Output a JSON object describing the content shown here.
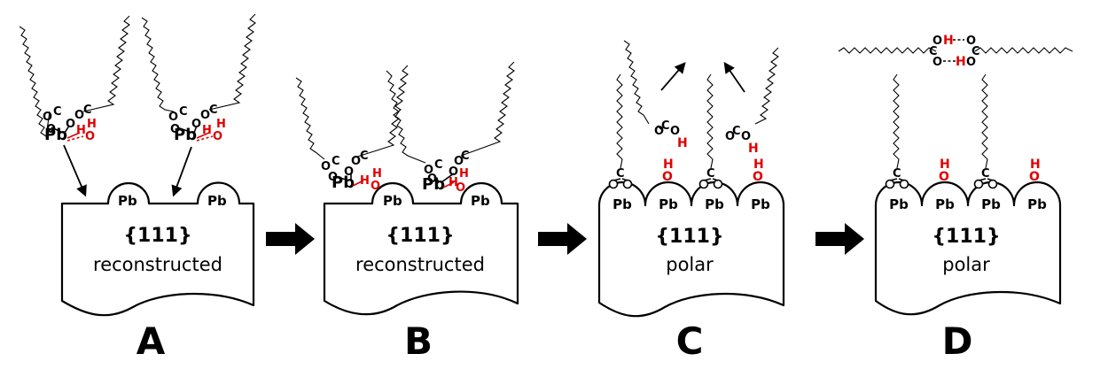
{
  "panels": [
    {
      "letter": "A",
      "facet": "{111}",
      "description": "reconstructed",
      "surface_atoms": [
        "Pb",
        "Pb"
      ],
      "complex_atoms": [
        "Pb",
        "Pb"
      ]
    },
    {
      "letter": "B",
      "facet": "{111}",
      "description": "reconstructed",
      "surface_atoms": [
        "Pb",
        "Pb"
      ],
      "complex_atoms": [
        "Pb",
        "Pb"
      ]
    },
    {
      "letter": "C",
      "facet": "{111}",
      "description": "polar",
      "surface_atoms": [
        "Pb",
        "Pb",
        "Pb",
        "Pb"
      ]
    },
    {
      "letter": "D",
      "facet": "{111}",
      "description": "polar",
      "surface_atoms": [
        "Pb",
        "Pb",
        "Pb",
        "Pb"
      ]
    }
  ],
  "atom_labels": {
    "oxygen": "O",
    "hydrogen": "H",
    "carbon": "C"
  },
  "colors": {
    "ink": "#000000",
    "hydroxyl": "#e00000",
    "background": "#ffffff"
  },
  "transition_arrows": 3
}
